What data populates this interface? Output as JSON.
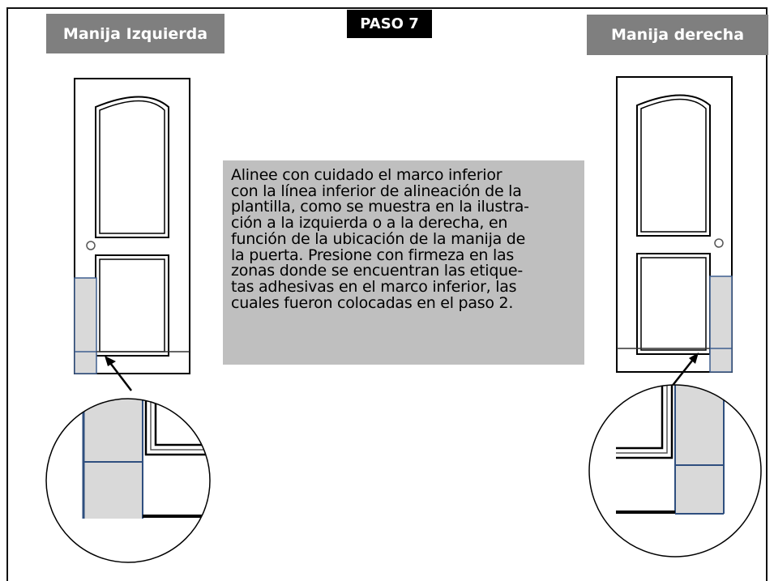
{
  "left_label": "Manija Izquierda",
  "right_label": "Manija derecha",
  "step_label": "PASO 7",
  "instructions": [
    "Alinee con cuidado el marco inferior",
    "con la línea inferior de alineación de la",
    "plantilla, como se muestra en la ilustra-",
    "ción a la izquierda o a la derecha, en",
    "función de la ubicación de la manija de",
    "la puerta. Presione con firmeza en las",
    "zonas donde se encuentran las etique-",
    "tas adhesivas en el marco inferior, las",
    "cuales fueron colocadas en el paso 2."
  ],
  "colors": {
    "label_background": "#7f7f7f",
    "step_background": "#000000",
    "instruction_background": "#bfbfbf",
    "template_fill": "#d9d9d9",
    "template_edge": "#3f5f8f"
  }
}
